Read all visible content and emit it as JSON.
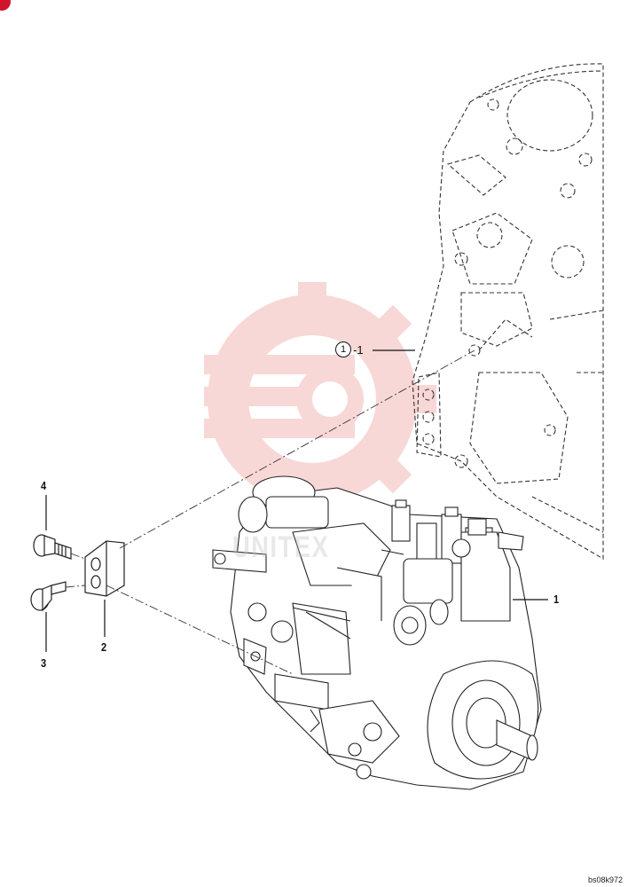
{
  "diagram": {
    "callouts": {
      "part1": "1",
      "part2": "2",
      "part3": "3",
      "part4": "4",
      "ref_circle": "1",
      "ref_suffix": "-1"
    },
    "drawing_code": "bs08k972",
    "watermark_text": "UNITEX"
  },
  "colors": {
    "line": "#222222",
    "watermark": "#f3b7b7",
    "corner_mark": "#d1142b"
  }
}
